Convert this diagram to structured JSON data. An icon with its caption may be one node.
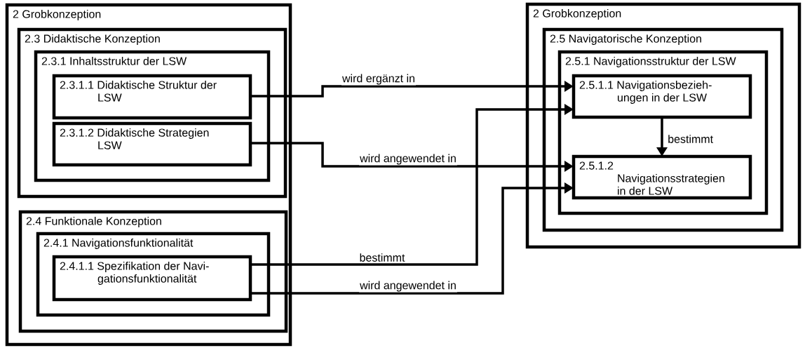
{
  "diagram": {
    "nodes": [
      {
        "text": [
          "2 Grobkonzeption"
        ]
      },
      {
        "text": [
          "2.3 Didaktische Konzeption"
        ],
        "in": 0
      },
      {
        "text": [
          "2.3.1 Inhaltsstruktur der LSW"
        ],
        "in": 1
      },
      {
        "text": [
          "2.3.1.1 Didaktische Struktur der LSW"
        ],
        "in": 2
      },
      {
        "text": [
          "2.3.1.2 Didaktische Strategien LSW"
        ],
        "in": 2
      },
      {
        "text": [
          "2.4 Funktionale Konzeption"
        ],
        "in": 0
      },
      {
        "text": [
          "2.4.1 Navigationsfunktionalität"
        ],
        "in": 5
      },
      {
        "text": [
          "2.4.1.1 Spezifikation der Navi- gationsfunktionalität"
        ],
        "in": 6
      },
      {
        "text": [
          "2 Grobkonzeption"
        ]
      },
      {
        "text": [
          "2.5 Navigatorische Konzeption"
        ],
        "in": 8
      },
      {
        "text": [
          "2.5.1 Navigationsstruktur der LSW"
        ],
        "in": 9
      },
      {
        "text": [
          "2.5.1.1 Navigationsbezieh- ungen in der LSW"
        ],
        "in": 10
      },
      {
        "text": [
          "2.5.1.2 Navigationsstrategien in der LSW"
        ],
        "in": 10
      }
    ],
    "edges": [
      {
        "from": 3,
        "to": 11,
        "arrow": "to",
        "label": "wird ergänzt in"
      },
      {
        "from": 4,
        "to": 12,
        "arrow": "to",
        "label": "wird angewendet in"
      },
      {
        "from": 7,
        "to": 11,
        "arrow": "to",
        "label": "bestimmt"
      },
      {
        "from": 7,
        "to": 12,
        "arrow": "to",
        "label": "wird angewendet in"
      },
      {
        "from": 11,
        "to": 12,
        "arrow": "to",
        "label": "bestimmt"
      }
    ]
  }
}
